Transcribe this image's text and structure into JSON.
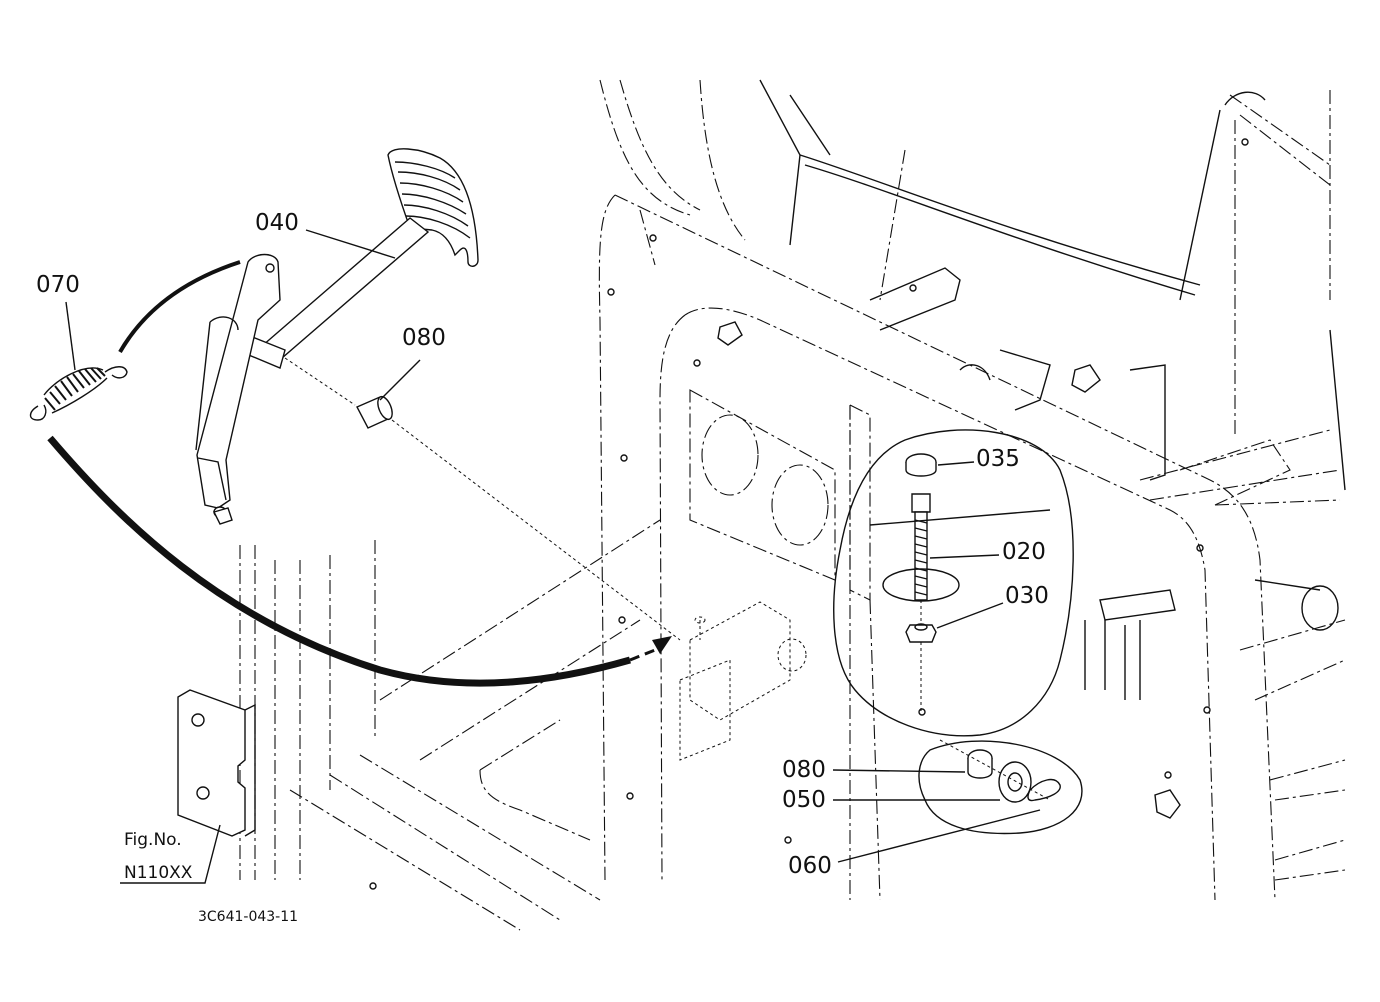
{
  "diagram": {
    "part_labels": {
      "p040": "040",
      "p070": "070",
      "p080_top": "080",
      "p035": "035",
      "p020": "020",
      "p030": "030",
      "p080_bottom": "080",
      "p050": "050",
      "p060": "060"
    },
    "figure_number_label": "Fig.No.",
    "figure_number_value": "N110XX",
    "drawing_code": "3C641-043-11"
  }
}
